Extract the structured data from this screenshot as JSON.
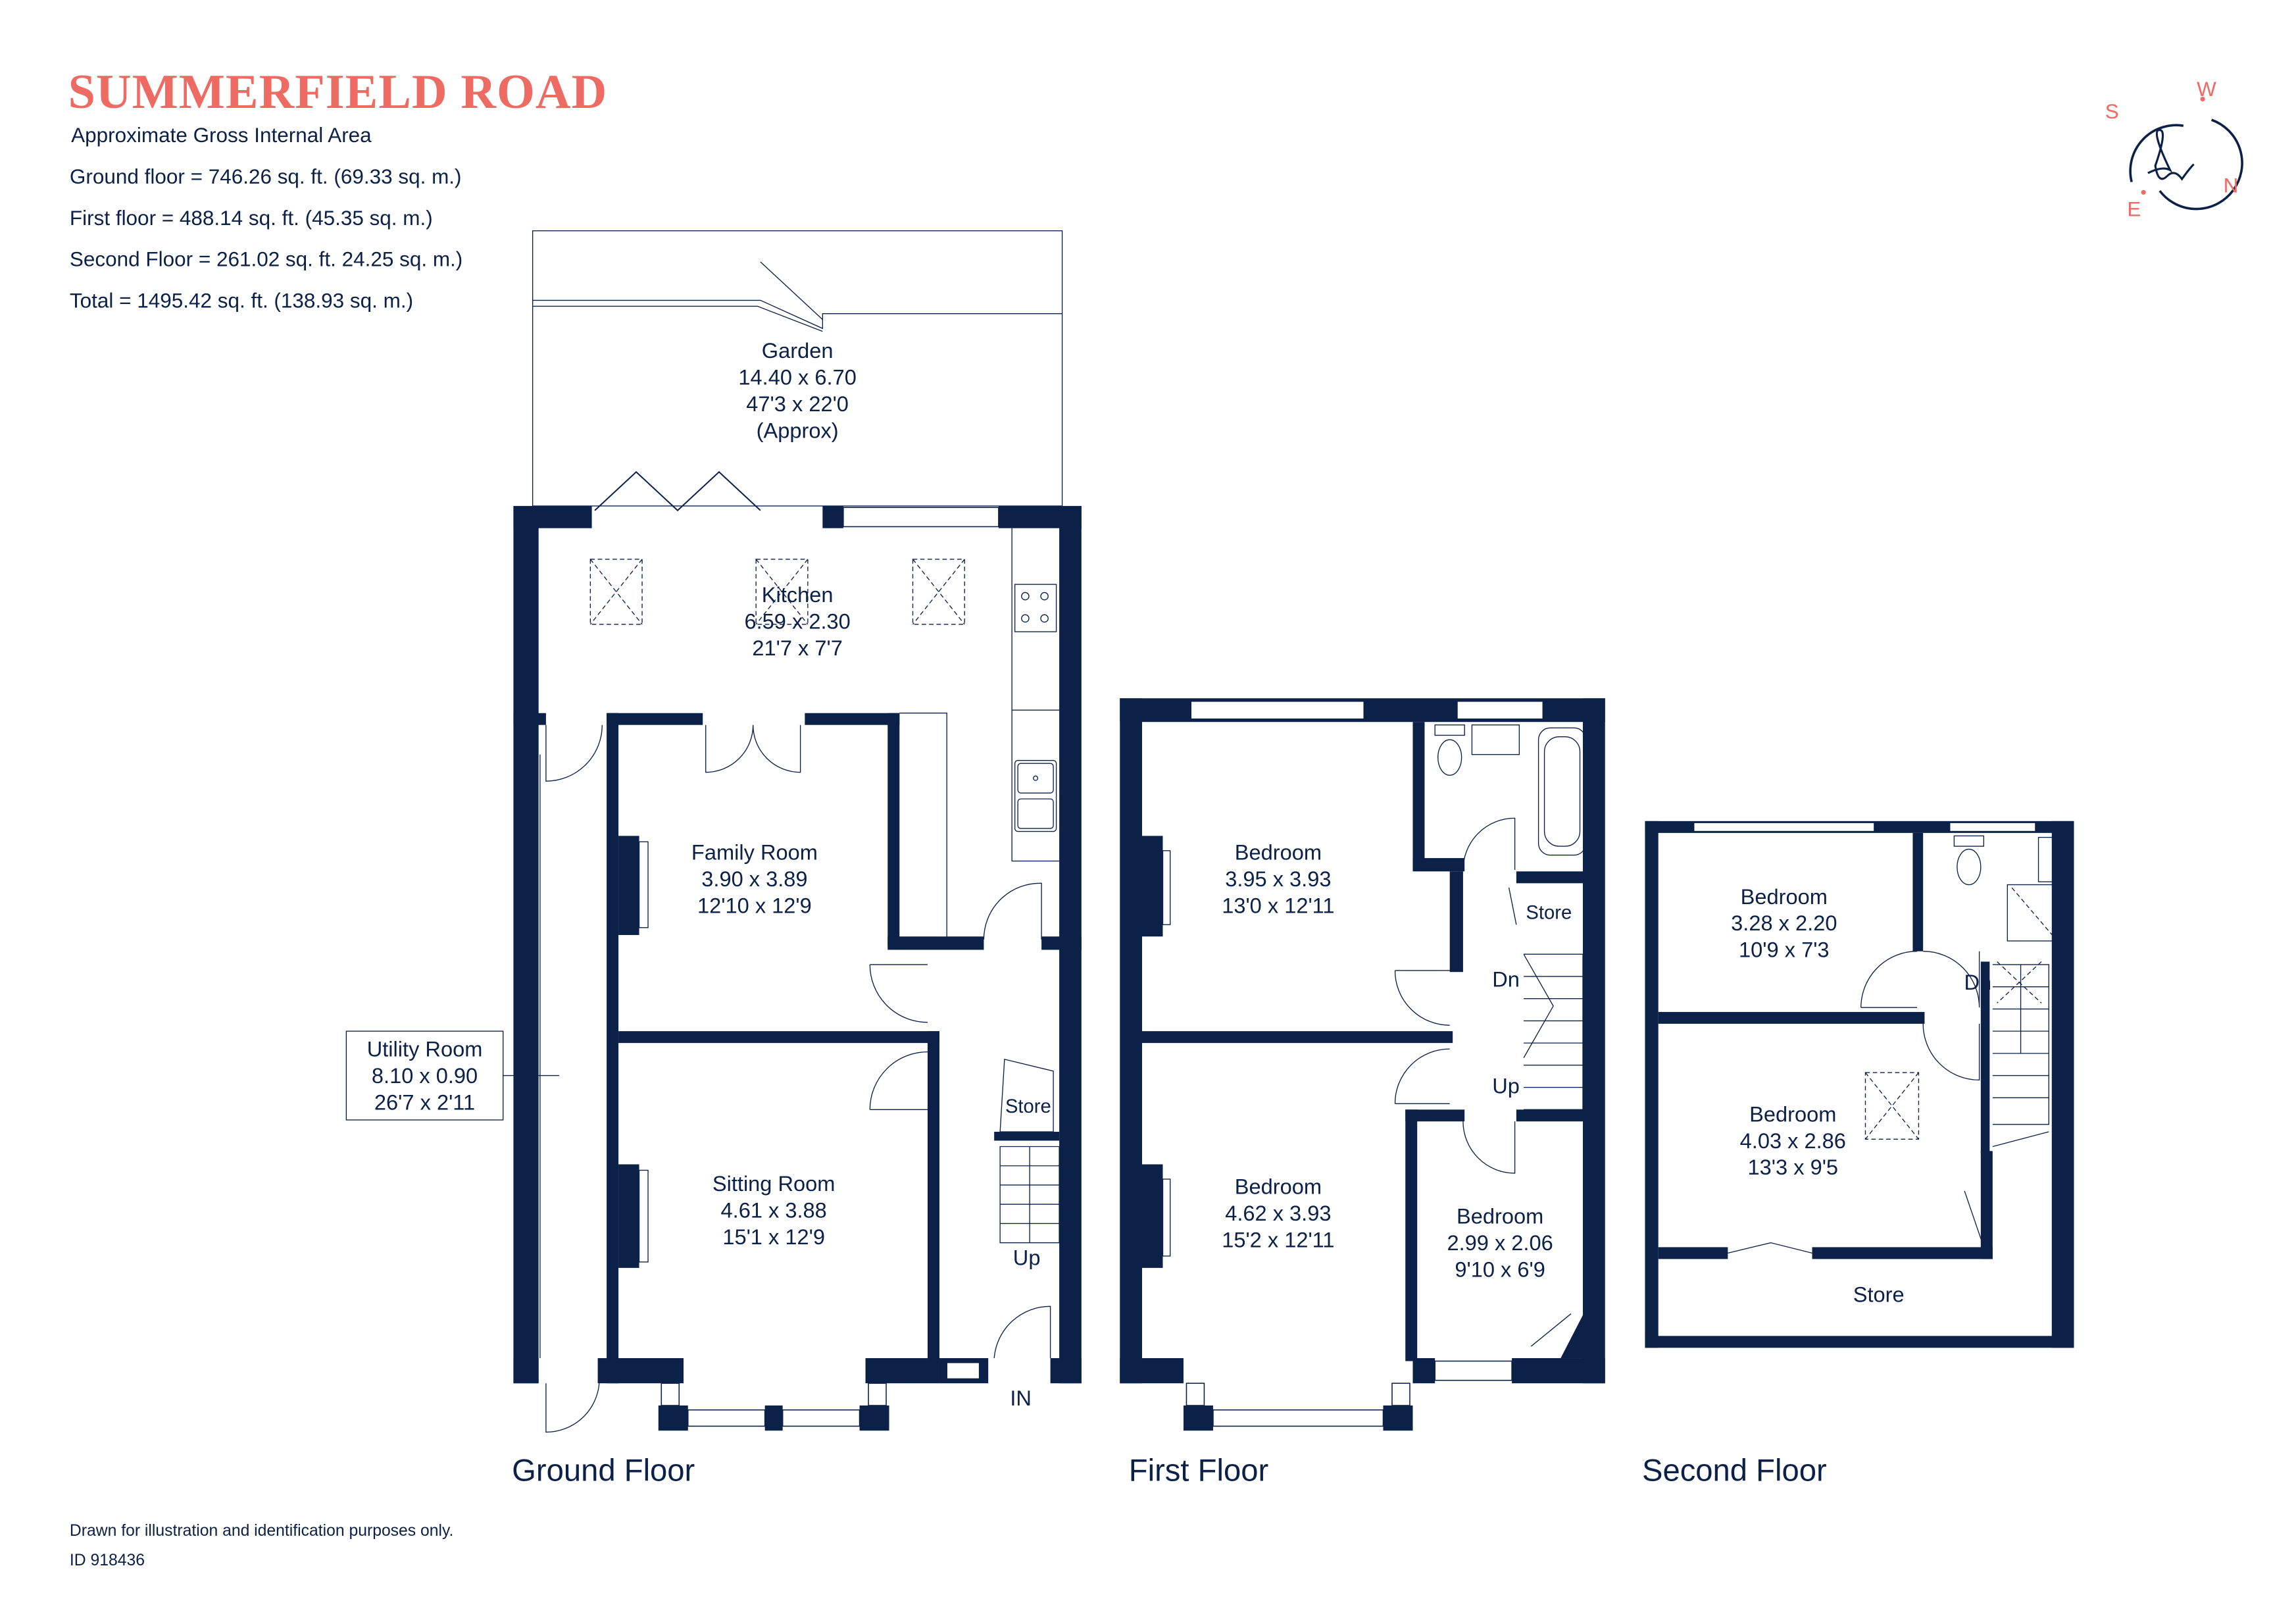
{
  "header": {
    "title": "SUMMERFIELD ROAD",
    "area_heading": "Approximate Gross Internal Area",
    "areas": [
      "Ground floor = 746.26 sq. ft. (69.33 sq. m.)",
      "First floor  = 488.14 sq. ft. (45.35 sq. m.)",
      "Second Floor = 261.02 sq. ft. 24.25 sq. m.)",
      "Total =  1495.42 sq. ft. (138.93 sq. m.)"
    ]
  },
  "compass": {
    "s": "S",
    "w": "W",
    "n": "N",
    "e": "E"
  },
  "colors": {
    "navy": "#0c2148",
    "coral": "#ee6b63"
  },
  "ground": {
    "label": "Ground Floor",
    "garden": {
      "name": "Garden",
      "metric": "14.40 x 6.70",
      "imperial": "47'3 x 22'0",
      "note": "(Approx)"
    },
    "kitchen": {
      "name": "Kitchen",
      "metric": "6.59 x 2.30",
      "imperial": "21'7 x 7'7"
    },
    "family": {
      "name": "Family Room",
      "metric": "3.90 x 3.89",
      "imperial": "12'10 x 12'9"
    },
    "sitting": {
      "name": "Sitting Room",
      "metric": "4.61 x 3.88",
      "imperial": "15'1 x 12'9"
    },
    "utility": {
      "name": "Utility Room",
      "metric": "8.10 x 0.90",
      "imperial": "26'7 x 2'11"
    },
    "store": "Store",
    "up": "Up",
    "entrance": "IN"
  },
  "first": {
    "label": "First Floor",
    "bed1": {
      "name": "Bedroom",
      "metric": "3.95 x 3.93",
      "imperial": "13'0 x 12'11"
    },
    "bed2": {
      "name": "Bedroom",
      "metric": "4.62 x 3.93",
      "imperial": "15'2 x 12'11"
    },
    "bed3": {
      "name": "Bedroom",
      "metric": "2.99 x 2.06",
      "imperial": "9'10 x 6'9"
    },
    "store": "Store",
    "dn": "Dn",
    "up": "Up"
  },
  "second": {
    "label": "Second Floor",
    "bed1": {
      "name": "Bedroom",
      "metric": "3.28 x 2.20",
      "imperial": "10'9 x 7'3"
    },
    "bed2": {
      "name": "Bedroom",
      "metric": "4.03 x 2.86",
      "imperial": "13'3 x 9'5"
    },
    "store": "Store",
    "dn": "Dn"
  },
  "footer": {
    "disclaimer": "Drawn for illustration and identification purposes only.",
    "id": "ID 918436"
  }
}
